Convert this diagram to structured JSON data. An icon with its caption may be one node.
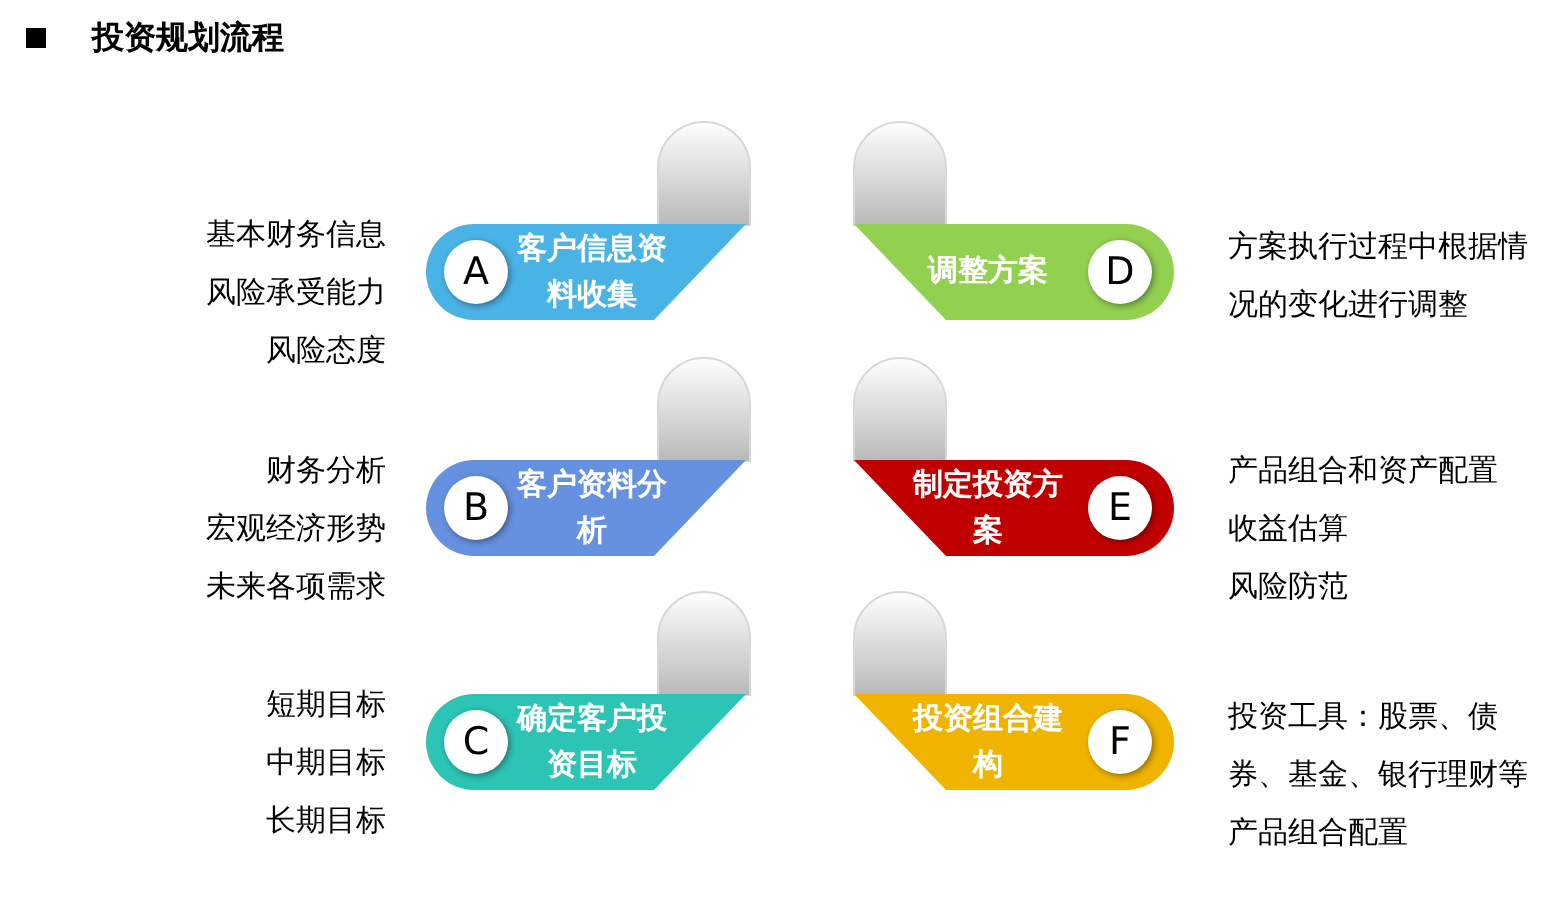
{
  "diagram": {
    "title": "投资规划流程",
    "nodes": [
      {
        "text": [
          "客户信息资料收集"
        ],
        "beside": [
          "基本财务信息",
          "风险承受能力",
          "风险态度"
        ]
      },
      {
        "text": [
          "A"
        ],
        "in": 0
      },
      {
        "text": [
          "调整方案"
        ],
        "beside": [
          "方案执行过程中根据情况的变化进行调整"
        ]
      },
      {
        "text": [
          "D"
        ],
        "in": 2
      },
      {
        "text": [
          "客户资料分析"
        ],
        "beside": [
          "财务分析",
          "宏观经济形势",
          "未来各项需求"
        ]
      },
      {
        "text": [
          "B"
        ],
        "in": 4
      },
      {
        "text": [
          "制定投资方案"
        ],
        "beside": [
          "产品组合和资产配置",
          "收益估算",
          "风险防范"
        ]
      },
      {
        "text": [
          "E"
        ],
        "in": 6
      },
      {
        "text": [
          "确定客户投资目标"
        ],
        "beside": [
          "短期目标",
          "中期目标",
          "长期目标"
        ]
      },
      {
        "text": [
          "C"
        ],
        "in": 8
      },
      {
        "text": [
          "投资组合建构"
        ],
        "beside": [
          "投资工具：股票、债券、基金、银行理财等产品组合配置"
        ]
      },
      {
        "text": [
          "F"
        ],
        "in": 10
      }
    ],
    "edges": []
  }
}
